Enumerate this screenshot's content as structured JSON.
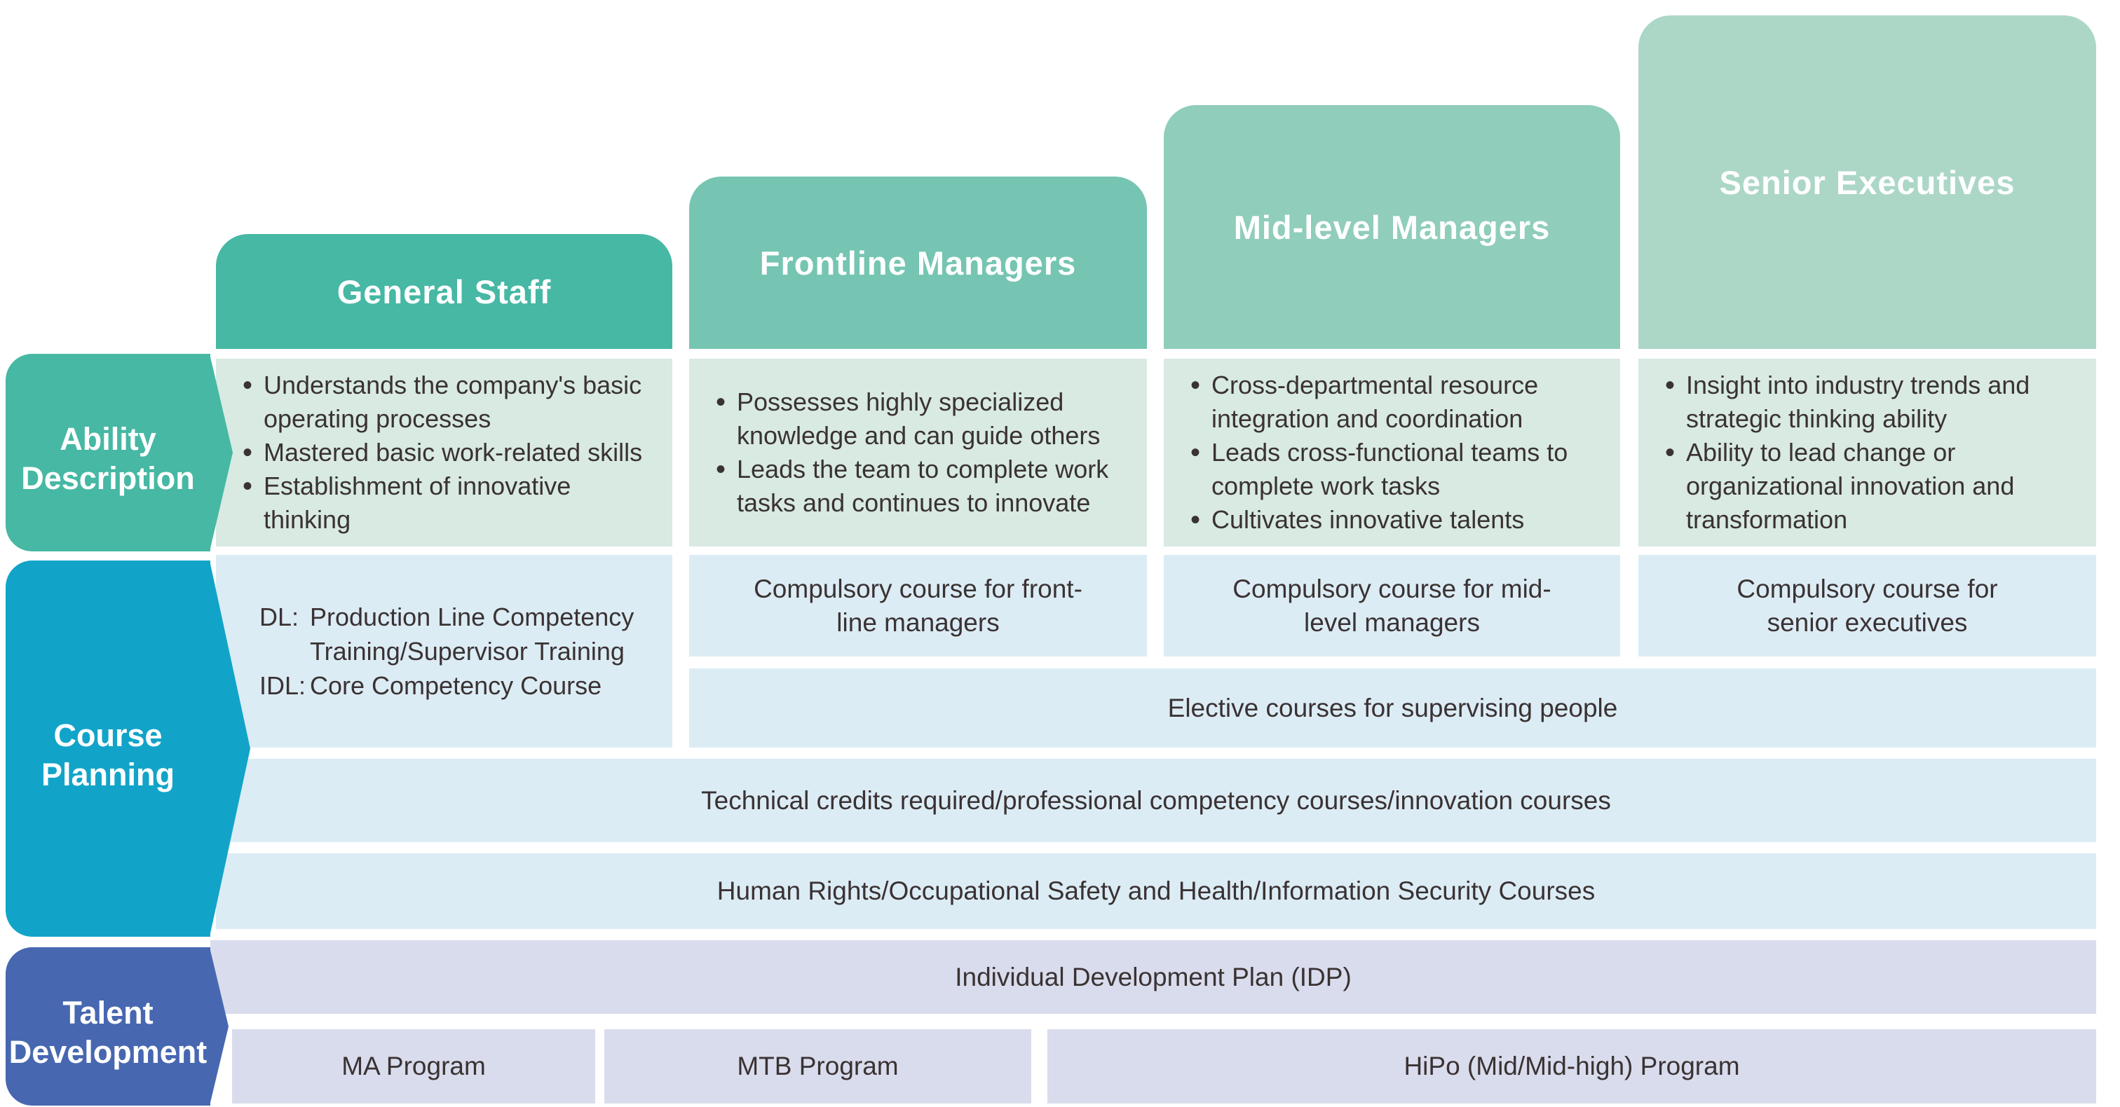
{
  "columns": [
    {
      "header": "General Staff",
      "abilities": [
        "Understands the company's basic operating processes",
        "Mastered basic work-related skills",
        "Establishment of innovative thinking"
      ]
    },
    {
      "header": "Frontline Managers",
      "abilities": [
        "Possesses highly specialized knowledge and can guide others",
        "Leads the team to complete work tasks and continues to innovate"
      ]
    },
    {
      "header": "Mid-level Managers",
      "abilities": [
        "Cross-departmental resource integration and coordination",
        "Leads cross-functional teams to complete work tasks",
        "Cultivates innovative talents"
      ]
    },
    {
      "header": "Senior Executives",
      "abilities": [
        "Insight into industry trends and strategic thinking ability",
        "Ability to lead change or organizational innovation and transformation"
      ]
    }
  ],
  "left_labels": {
    "ability": "Ability Description",
    "course": "Course Planning",
    "talent": "Talent Development"
  },
  "course_planning": {
    "general_staff_courses": [
      {
        "label": "DL:",
        "text": "Production Line Competency Training/Supervisor Training"
      },
      {
        "label": "IDL:",
        "text": "Core Competency Course"
      }
    ],
    "compulsory_frontline": "Compulsory course for front-line managers",
    "compulsory_midlevel": "Compulsory course for mid-level managers",
    "compulsory_senior": "Compulsory course for senior executives",
    "elective": "Elective courses for supervising people",
    "technical": "Technical credits required/professional competency courses/innovation courses",
    "human_rights": "Human Rights/Occupational Safety and Health/Information Security Courses"
  },
  "talent_development": {
    "idp": "Individual Development Plan (IDP)",
    "programs": [
      {
        "name": "MA Program"
      },
      {
        "name": "MTB Program"
      },
      {
        "name": "HiPo (Mid/Mid-high) Program"
      }
    ]
  },
  "colors": {
    "header-1": "#46b8a4",
    "header-2": "#75c5b2",
    "header-3": "#90cdbb",
    "header-4": "#acd7c7",
    "ability-arrow": "#46b8a4",
    "ability-cell": "#d8eae2",
    "course-arrow": "#12a4c8",
    "course-cell": "#dcecf5",
    "talent-arrow": "#4767b0",
    "talent-cell": "#d9dcec",
    "text-dark": "#3a3233"
  }
}
